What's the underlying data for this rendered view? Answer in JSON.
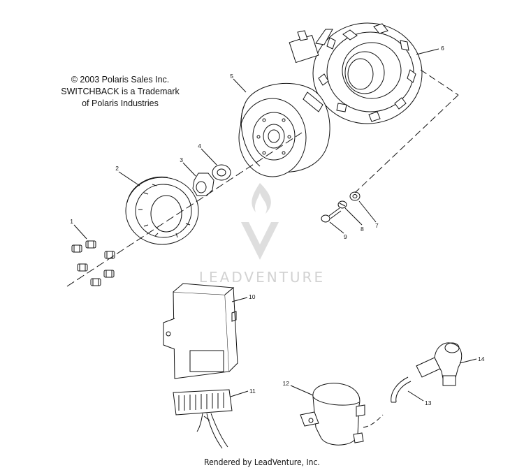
{
  "copyright": {
    "line1": "© 2003 Polaris Sales Inc.",
    "line2": "SWITCHBACK is a Trademark",
    "line3": "of Polaris Industries"
  },
  "watermark": {
    "text": "LEADVENTURE"
  },
  "footer": {
    "text": "Rendered by LeadVenture, Inc."
  },
  "callouts": [
    "1",
    "2",
    "3",
    "4",
    "5",
    "6",
    "7",
    "8",
    "9",
    "10",
    "11",
    "12",
    "13",
    "14"
  ]
}
